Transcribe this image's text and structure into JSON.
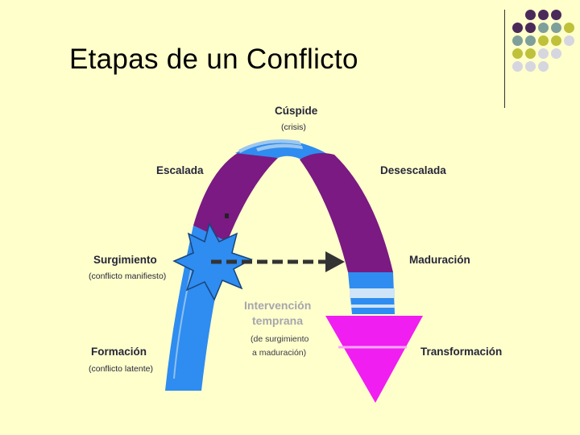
{
  "slide": {
    "title": "Etapas de un Conflicto"
  },
  "decor": {
    "dot_colors": [
      "#4a2a5a",
      "#7f9f9a",
      "#bfc13a",
      "#d6d6e0"
    ]
  },
  "stages": {
    "cuspide": {
      "label": "Cúspide",
      "sub": "(crisis)"
    },
    "escalada": {
      "label": "Escalada"
    },
    "desescalada": {
      "label": "Desescalada"
    },
    "surgimiento": {
      "label": "Surgimiento",
      "sub": "(conflicto manifiesto)"
    },
    "maduracion": {
      "label": "Maduración"
    },
    "formacion": {
      "label": "Formación",
      "sub": "(conflicto latente)"
    },
    "transformacion": {
      "label": "Transformación"
    }
  },
  "intervention": {
    "label_line1": "Intervención",
    "label_line2": "temprana",
    "sub_line1": "(de surgimiento",
    "sub_line2": "a maduración)"
  },
  "colors": {
    "blue": "#2f8cf0",
    "purple": "#7a1a82",
    "magenta": "#f01ef0",
    "background": "#ffffcc"
  }
}
